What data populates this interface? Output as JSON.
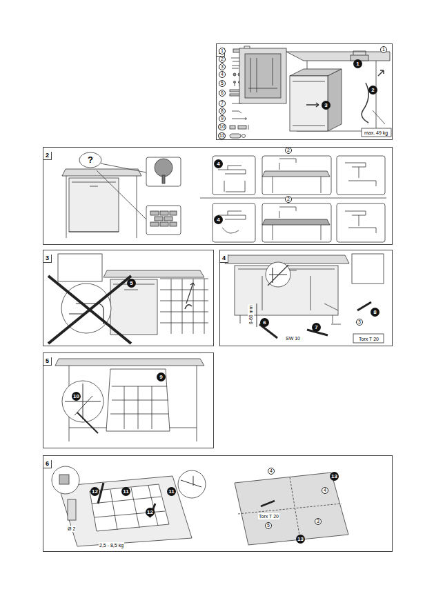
{
  "diagram": {
    "nodes": [
      {
        "text": [
          "1"
        ]
      },
      {
        "text": [
          "2"
        ]
      },
      {
        "text": [
          "3"
        ]
      },
      {
        "text": [
          "4"
        ]
      },
      {
        "text": [
          "5"
        ]
      },
      {
        "text": [
          "6"
        ]
      }
    ],
    "labels": [
      "1",
      "2",
      "3",
      "4",
      "5",
      "6",
      "7",
      "8",
      "9",
      "10",
      "11",
      "1",
      "1",
      "2",
      "3",
      "max. 49 kg",
      "?",
      "4",
      "2",
      "4",
      "2",
      "5",
      "6",
      "0-60 mm",
      "SW 10",
      "7",
      "3",
      "8",
      "Torx T 20",
      "9",
      "10",
      "11",
      "12",
      "11",
      "12",
      "Ø 2",
      "2,5 - 8,5 kg",
      "4",
      "13",
      "4",
      "Torx T 20",
      "5",
      "3",
      "13"
    ]
  }
}
